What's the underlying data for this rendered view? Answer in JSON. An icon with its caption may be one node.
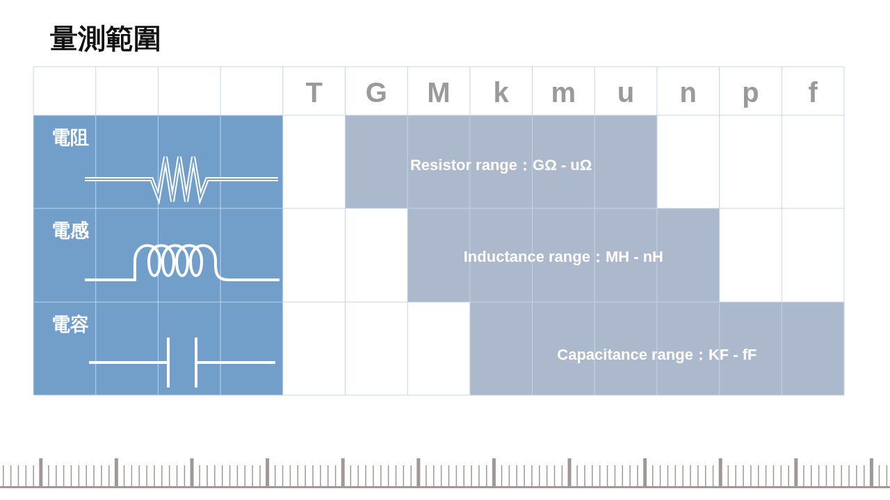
{
  "diagram": {
    "title": "量測範圍",
    "labels": [
      "T",
      "G",
      "M",
      "k",
      "m",
      "u",
      "n",
      "p",
      "f",
      "電阻",
      "Resistor range：GΩ - uΩ",
      "電感",
      "Inductance range：MH - nH",
      "電容",
      "Capacitance range：KF - fF"
    ]
  }
}
